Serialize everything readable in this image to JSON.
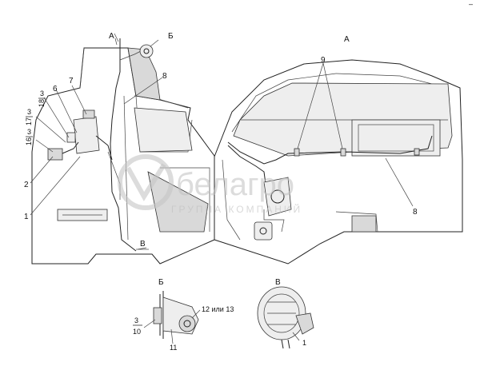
{
  "corner_mark": "–",
  "views": {
    "a_marker": "А",
    "b_marker": "Б",
    "a_title": "А",
    "b_title": "Б",
    "c_title": "В",
    "c_marker": "В"
  },
  "callouts": {
    "n1": "1",
    "n2": "2",
    "n3a": "3",
    "n3a_sub": "18",
    "n3b": "3",
    "n3b_sub": "17",
    "n3c": "3",
    "n3c_sub": "16",
    "n6": "6",
    "n7": "7",
    "n8_left": "8",
    "n8_right": "8",
    "n9": "9",
    "n12_13": "12 или 13",
    "n3d": "3",
    "n3d_sub": "10",
    "n11": "11",
    "n1_c": "1"
  },
  "watermark": {
    "brand": "белагро",
    "tagline": "ГРУППА КОМПАНИЙ"
  }
}
